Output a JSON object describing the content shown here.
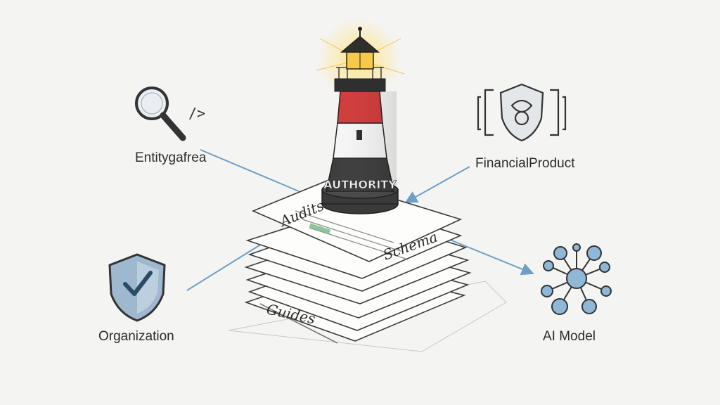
{
  "nodes": {
    "left_top": {
      "label": "Entitygafrea",
      "code_glyph": "/>",
      "icon": "magnifier-icon"
    },
    "left_bottom": {
      "label": "Organization",
      "icon": "shield-check-icon"
    },
    "right_top": {
      "label": "FinancialProduct",
      "icon": "bracket-shield-icon"
    },
    "right_bottom": {
      "label": "AI Model",
      "icon": "network-node-icon"
    }
  },
  "center": {
    "lighthouse_label": "AUTHORITY",
    "pages": [
      "Audits",
      "Schema",
      "Guides"
    ]
  },
  "colors": {
    "arrow": "#6f9ec6",
    "lighthouse_red": "#d23a3a",
    "lamp": "#f7c948",
    "shield": "#9db8cf",
    "node_fill": "#8fb7d8"
  }
}
